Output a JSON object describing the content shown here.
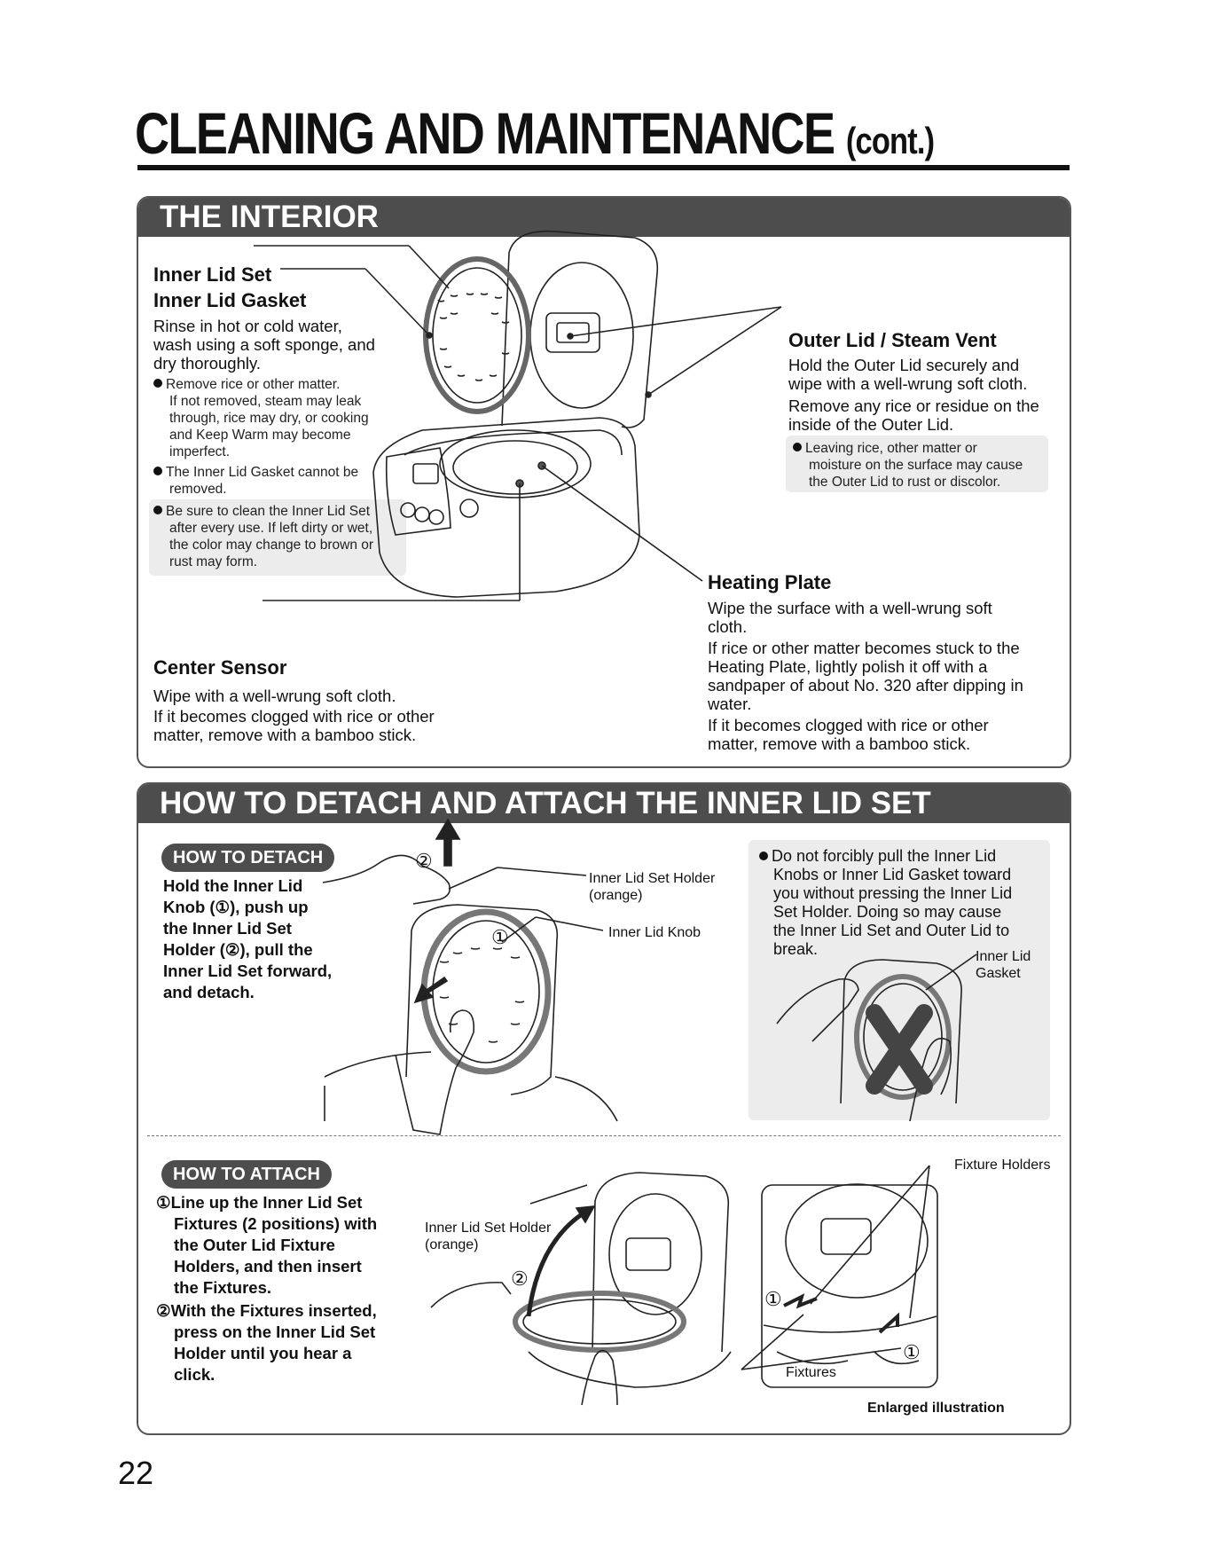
{
  "page": {
    "title": "CLEANING AND MAINTENANCE",
    "title_suffix": "(cont.)",
    "page_number": "22"
  },
  "interior": {
    "heading": "THE INTERIOR",
    "inner_lid_set": "Inner Lid Set",
    "inner_lid_gasket": "Inner Lid Gasket",
    "inner_desc": [
      "Rinse in hot or cold water,",
      "wash using a soft sponge, and",
      "dry thoroughly."
    ],
    "inner_bullet1": [
      "Remove rice or other matter.",
      "If not removed, steam may leak",
      "through, rice may dry, or cooking",
      "and Keep Warm may become",
      "imperfect."
    ],
    "inner_bullet2": [
      "The Inner Lid Gasket cannot be",
      "removed."
    ],
    "inner_note": [
      "Be sure to clean the Inner Lid Set",
      "after every use. If left dirty or wet,",
      "the color may change to brown or",
      "rust may form."
    ],
    "outer_lid_heading": "Outer Lid / Steam Vent",
    "outer_desc": [
      "Hold the Outer Lid securely and",
      "wipe with a well-wrung soft cloth.",
      "Remove any rice or residue on the",
      "inside of the Outer Lid."
    ],
    "outer_note": [
      "Leaving rice, other matter or",
      "moisture on the surface may cause",
      "the Outer Lid to rust or discolor."
    ],
    "heating_plate_heading": "Heating Plate",
    "heating_desc": [
      "Wipe the surface with a well-wrung soft",
      "cloth.",
      "If rice or other matter becomes stuck to the",
      "Heating Plate, lightly polish it off with a",
      "sandpaper of about No. 320 after dipping in",
      "water.",
      "If it becomes clogged with rice or other",
      "matter, remove with a bamboo stick."
    ],
    "center_sensor_heading": "Center Sensor",
    "center_desc": [
      "Wipe with a well-wrung soft cloth.",
      "If it becomes clogged with rice or other",
      "matter, remove with a bamboo stick."
    ]
  },
  "detach_attach": {
    "heading": "HOW TO DETACH AND ATTACH THE INNER LID SET",
    "detach_pill": "HOW TO DETACH",
    "detach_instr": [
      "Hold the Inner Lid",
      "Knob (①), push up",
      "the Inner Lid Set",
      "Holder (②), pull the",
      "Inner Lid Set forward,",
      "and detach."
    ],
    "label_holder": [
      "Inner Lid Set Holder",
      "(orange)"
    ],
    "label_knob": "Inner Lid Knob",
    "circle_1": "①",
    "circle_2": "②",
    "warning": [
      "Do not forcibly pull the Inner Lid",
      "Knobs or Inner Lid Gasket toward",
      "you without pressing the Inner Lid",
      "Set Holder. Doing so may cause",
      "the Inner Lid Set and Outer Lid to",
      "break."
    ],
    "warning_label_gasket": [
      "Inner Lid",
      "Gasket"
    ],
    "attach_pill": "HOW TO ATTACH",
    "attach_step1": [
      "①Line up the Inner Lid Set",
      "Fixtures (2 positions) with",
      "the Outer Lid Fixture",
      "Holders, and then insert",
      "the Fixtures."
    ],
    "attach_step2": [
      "②With the Fixtures inserted,",
      "press on the Inner Lid Set",
      "Holder until you hear a",
      "click."
    ],
    "attach_label_holder": [
      "Inner Lid Set Holder",
      "(orange)"
    ],
    "fixture_holders": "Fixture Holders",
    "fixtures": "Fixtures",
    "enlarged": "Enlarged illustration"
  }
}
